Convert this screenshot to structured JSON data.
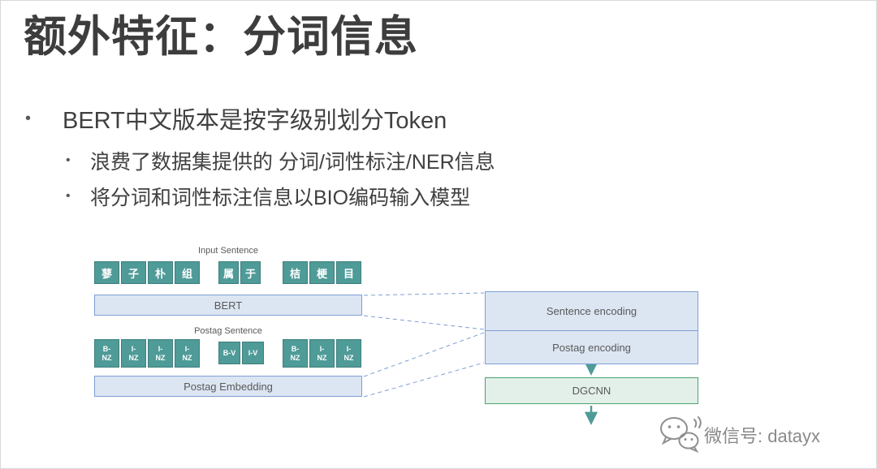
{
  "theme": {
    "teal": "#4E9B98",
    "teal_border": "#3E807E",
    "blue_fill": "#DCE6F2",
    "blue_border": "#7F9FD6",
    "green_fill": "#E3F0E9",
    "green_border": "#4BA36F",
    "dashed_blue": "#7F9FD6",
    "arrow_teal": "#4E9B98",
    "title_color": "#3D3D3D",
    "body_color": "#404040",
    "footer_gray": "#8A8A8A"
  },
  "slide": {
    "title": "额外特征：分词信息",
    "bullet_char": "•",
    "bullets": [
      {
        "text": "BERT中文版本是按字级别划分Token"
      },
      {
        "text": "浪费了数据集提供的 分词/词性标注/NER信息"
      },
      {
        "text": "将分词和词性标注信息以BIO编码输入模型"
      }
    ]
  },
  "diagram": {
    "input_sentence_label": "Input Sentence",
    "postag_sentence_label": "Postag Sentence",
    "token_groups": [
      [
        "蓼",
        "子",
        "朴",
        "组"
      ],
      [
        "属",
        "于"
      ],
      [
        "桔",
        "梗",
        "目"
      ]
    ],
    "tag_groups": [
      [
        "B-\nNZ",
        "I-\nNZ",
        "I-\nNZ",
        "I-\nNZ"
      ],
      [
        "B-V",
        "I-V"
      ],
      [
        "B-\nNZ",
        "I-\nNZ",
        "I-\nNZ"
      ]
    ],
    "bert_label": "BERT",
    "postag_embedding_label": "Postag Embedding",
    "sentence_encoding_label": "Sentence encoding",
    "postag_encoding_label": "Postag encoding",
    "dgcnn_label": "DGCNN"
  },
  "footer": {
    "wechat_label": "微信号: datayx"
  }
}
